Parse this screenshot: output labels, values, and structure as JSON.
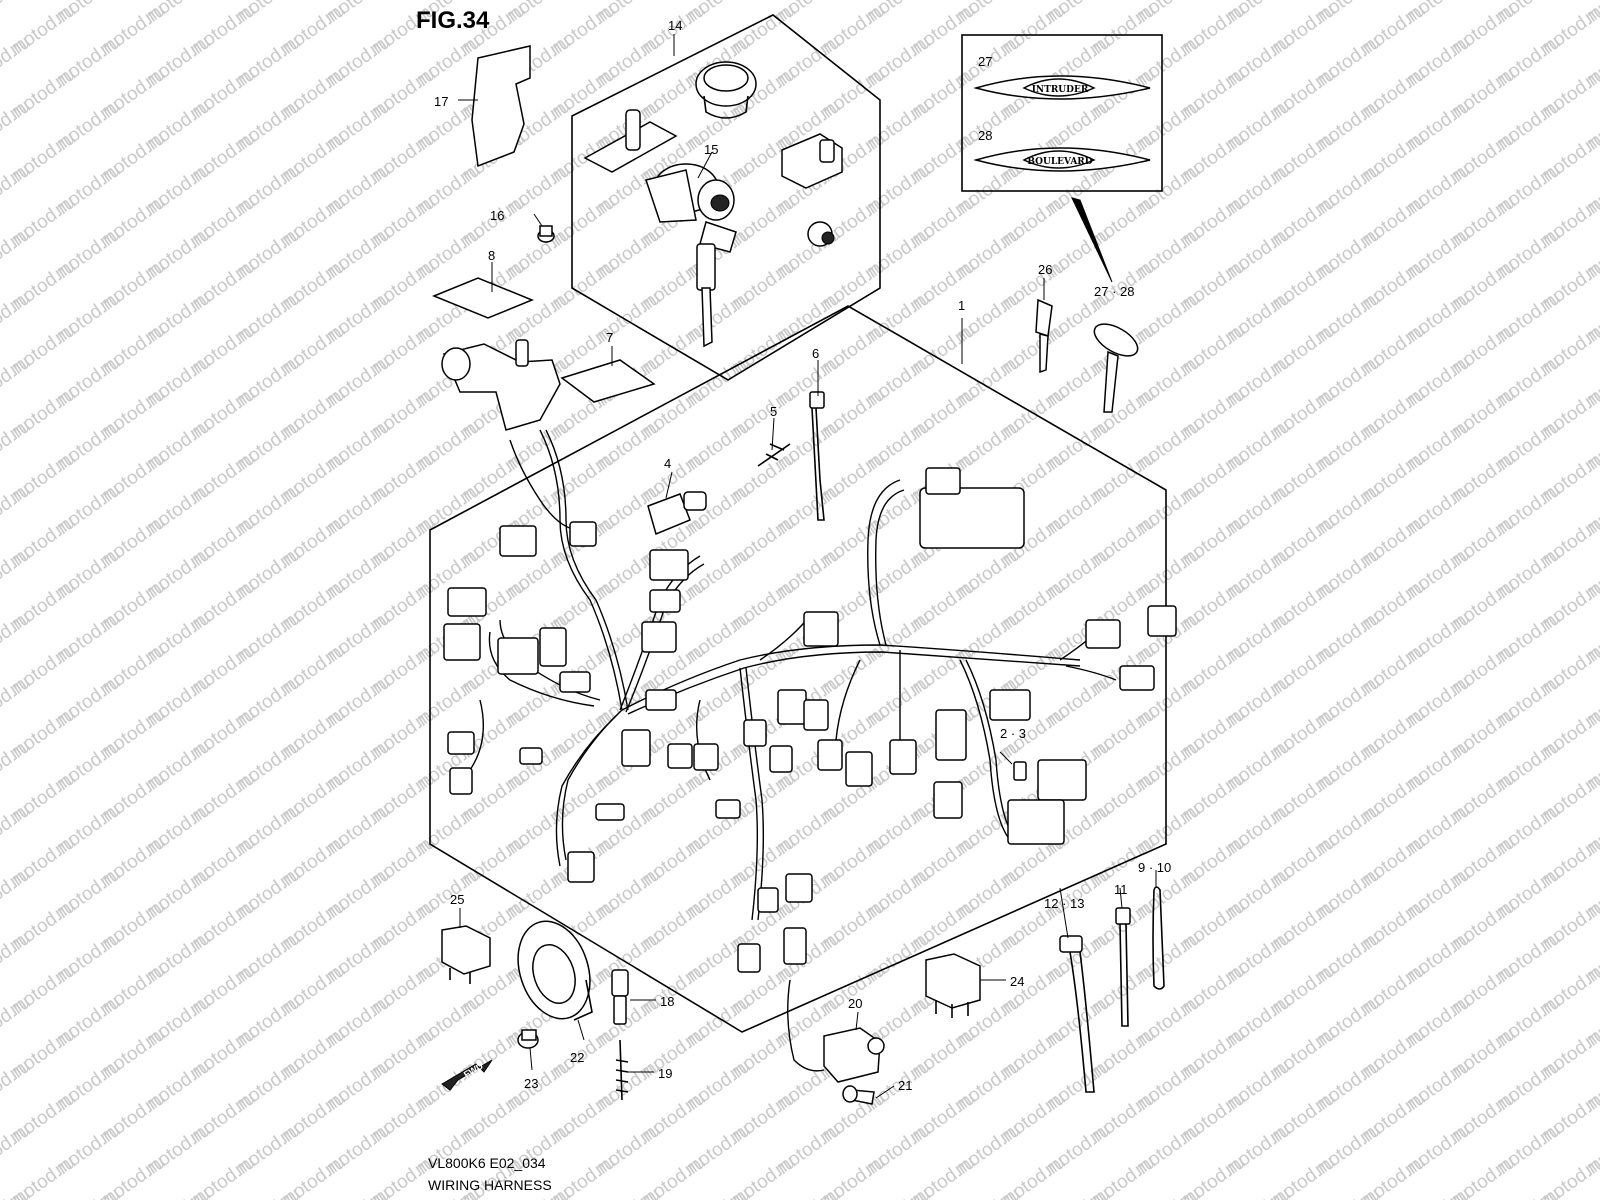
{
  "figure": {
    "title": "FIG.34",
    "model_code": "VL800K6 E02_034",
    "caption": "WIRING HARNESS"
  },
  "watermark": {
    "text": "motod.ru",
    "color": "#c9c9c9"
  },
  "callouts": {
    "c1": "1",
    "c2_3": "2 · 3",
    "c4": "4",
    "c5": "5",
    "c6": "6",
    "c7": "7",
    "c8": "8",
    "c9_10": "9 · 10",
    "c11": "11",
    "c12_13": "12 · 13",
    "c14": "14",
    "c15": "15",
    "c16": "16",
    "c17": "17",
    "c18": "18",
    "c19": "19",
    "c20": "20",
    "c21": "21",
    "c22": "22",
    "c23": "23",
    "c24": "24",
    "c25": "25",
    "c26": "26",
    "c27": "27",
    "c28": "28",
    "c27_28": "27 · 28"
  },
  "emblems": {
    "emblem_27_text": "INTRUDER",
    "emblem_28_text": "BOULEVARD"
  },
  "direction_marker": {
    "text": "FWD"
  },
  "icons": [
    "forward-arrow-icon"
  ]
}
